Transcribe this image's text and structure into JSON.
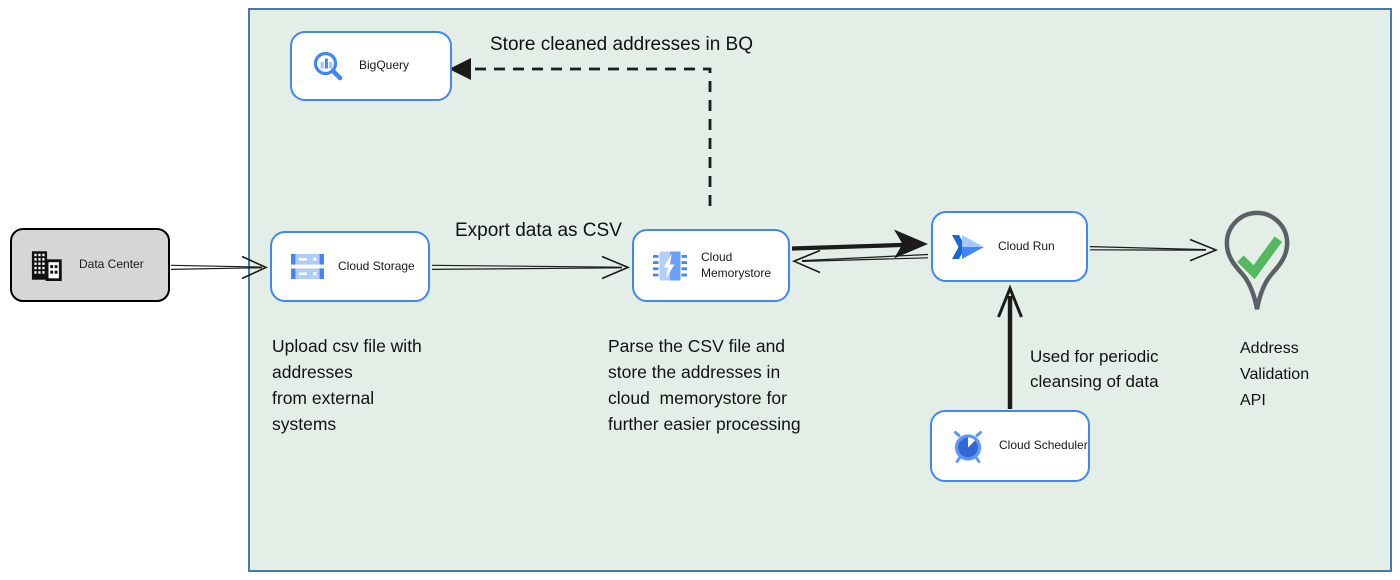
{
  "colors": {
    "container-fill": "#e3efe6",
    "container-border": "#4779ae",
    "node-fill": "#ffffff",
    "node-border": "#4285f4",
    "datacenter-fill": "#d6d6d6",
    "datacenter-border": "#000000",
    "arrow": "#1b1b1b",
    "text": "#111111",
    "icon-blue": "#4285f4",
    "icon-blue-dark": "#1967d2",
    "icon-blue-light": "#aecbfa",
    "icon-blue-mid": "#69a0f5",
    "scheduler-blue": "#5e97f6",
    "scheduler-fill": "#3367d6",
    "pin-outline": "#5c6066",
    "check-green": "#56b761"
  },
  "nodes": {
    "data_center": {
      "label": "Data Center",
      "icon": "building-icon"
    },
    "bigquery": {
      "label": "BigQuery",
      "icon": "bigquery-icon"
    },
    "cloud_storage": {
      "label": "Cloud Storage",
      "icon": "cloud-storage-icon"
    },
    "cloud_memorystore": {
      "label": "Cloud\nMemorystore",
      "icon": "memorystore-icon"
    },
    "cloud_run": {
      "label": "Cloud Run",
      "icon": "cloud-run-icon"
    },
    "cloud_scheduler": {
      "label": "Cloud Scheduler",
      "icon": "scheduler-icon"
    },
    "address_validation": {
      "label": "Address Validation\nAPI",
      "icon": "map-pin-check-icon"
    }
  },
  "annotations": {
    "store_bq": "Store cleaned addresses in BQ",
    "export_csv": "Export data as CSV",
    "upload_note": "Upload csv file with\naddresses\nfrom external\nsystems",
    "parse_note": "Parse the CSV file and\nstore the addresses in\ncloud  memorystore for\nfurther easier processing",
    "periodic_note": "Used for periodic\ncleansing of data"
  },
  "edges": [
    {
      "from": "data_center",
      "to": "cloud_storage",
      "style": "thin-open"
    },
    {
      "from": "cloud_storage",
      "to": "cloud_memorystore",
      "style": "thin-open",
      "label": "Export data as CSV"
    },
    {
      "from": "cloud_memorystore",
      "to": "cloud_run",
      "style": "thick"
    },
    {
      "from": "cloud_run",
      "to": "cloud_memorystore",
      "style": "thin-open"
    },
    {
      "from": "cloud_run",
      "to": "address_validation",
      "style": "thin-open"
    },
    {
      "from": "cloud_scheduler",
      "to": "cloud_run",
      "style": "thick-open"
    },
    {
      "from": "cloud_memorystore",
      "to": "bigquery",
      "style": "dashed",
      "label": "Store cleaned addresses in BQ"
    }
  ]
}
